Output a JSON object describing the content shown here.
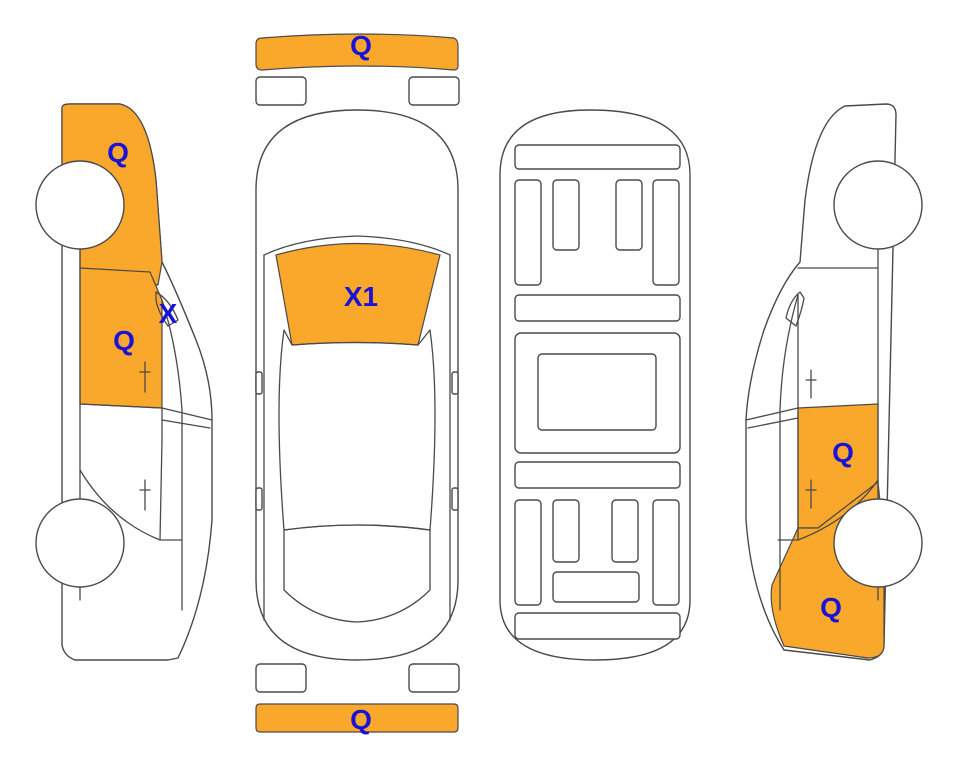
{
  "colors": {
    "damage_fill": "#F9A82C",
    "code_text": "#1A12D6",
    "outline": "#4A4A4A"
  },
  "marks": {
    "front_bumper": "Q",
    "rear_bumper": "Q",
    "left_front_fender": "Q",
    "left_front_door": "Q",
    "left_mirror": "X",
    "windshield": "X1",
    "right_rear_door": "Q",
    "right_rear_quarter": "Q"
  }
}
